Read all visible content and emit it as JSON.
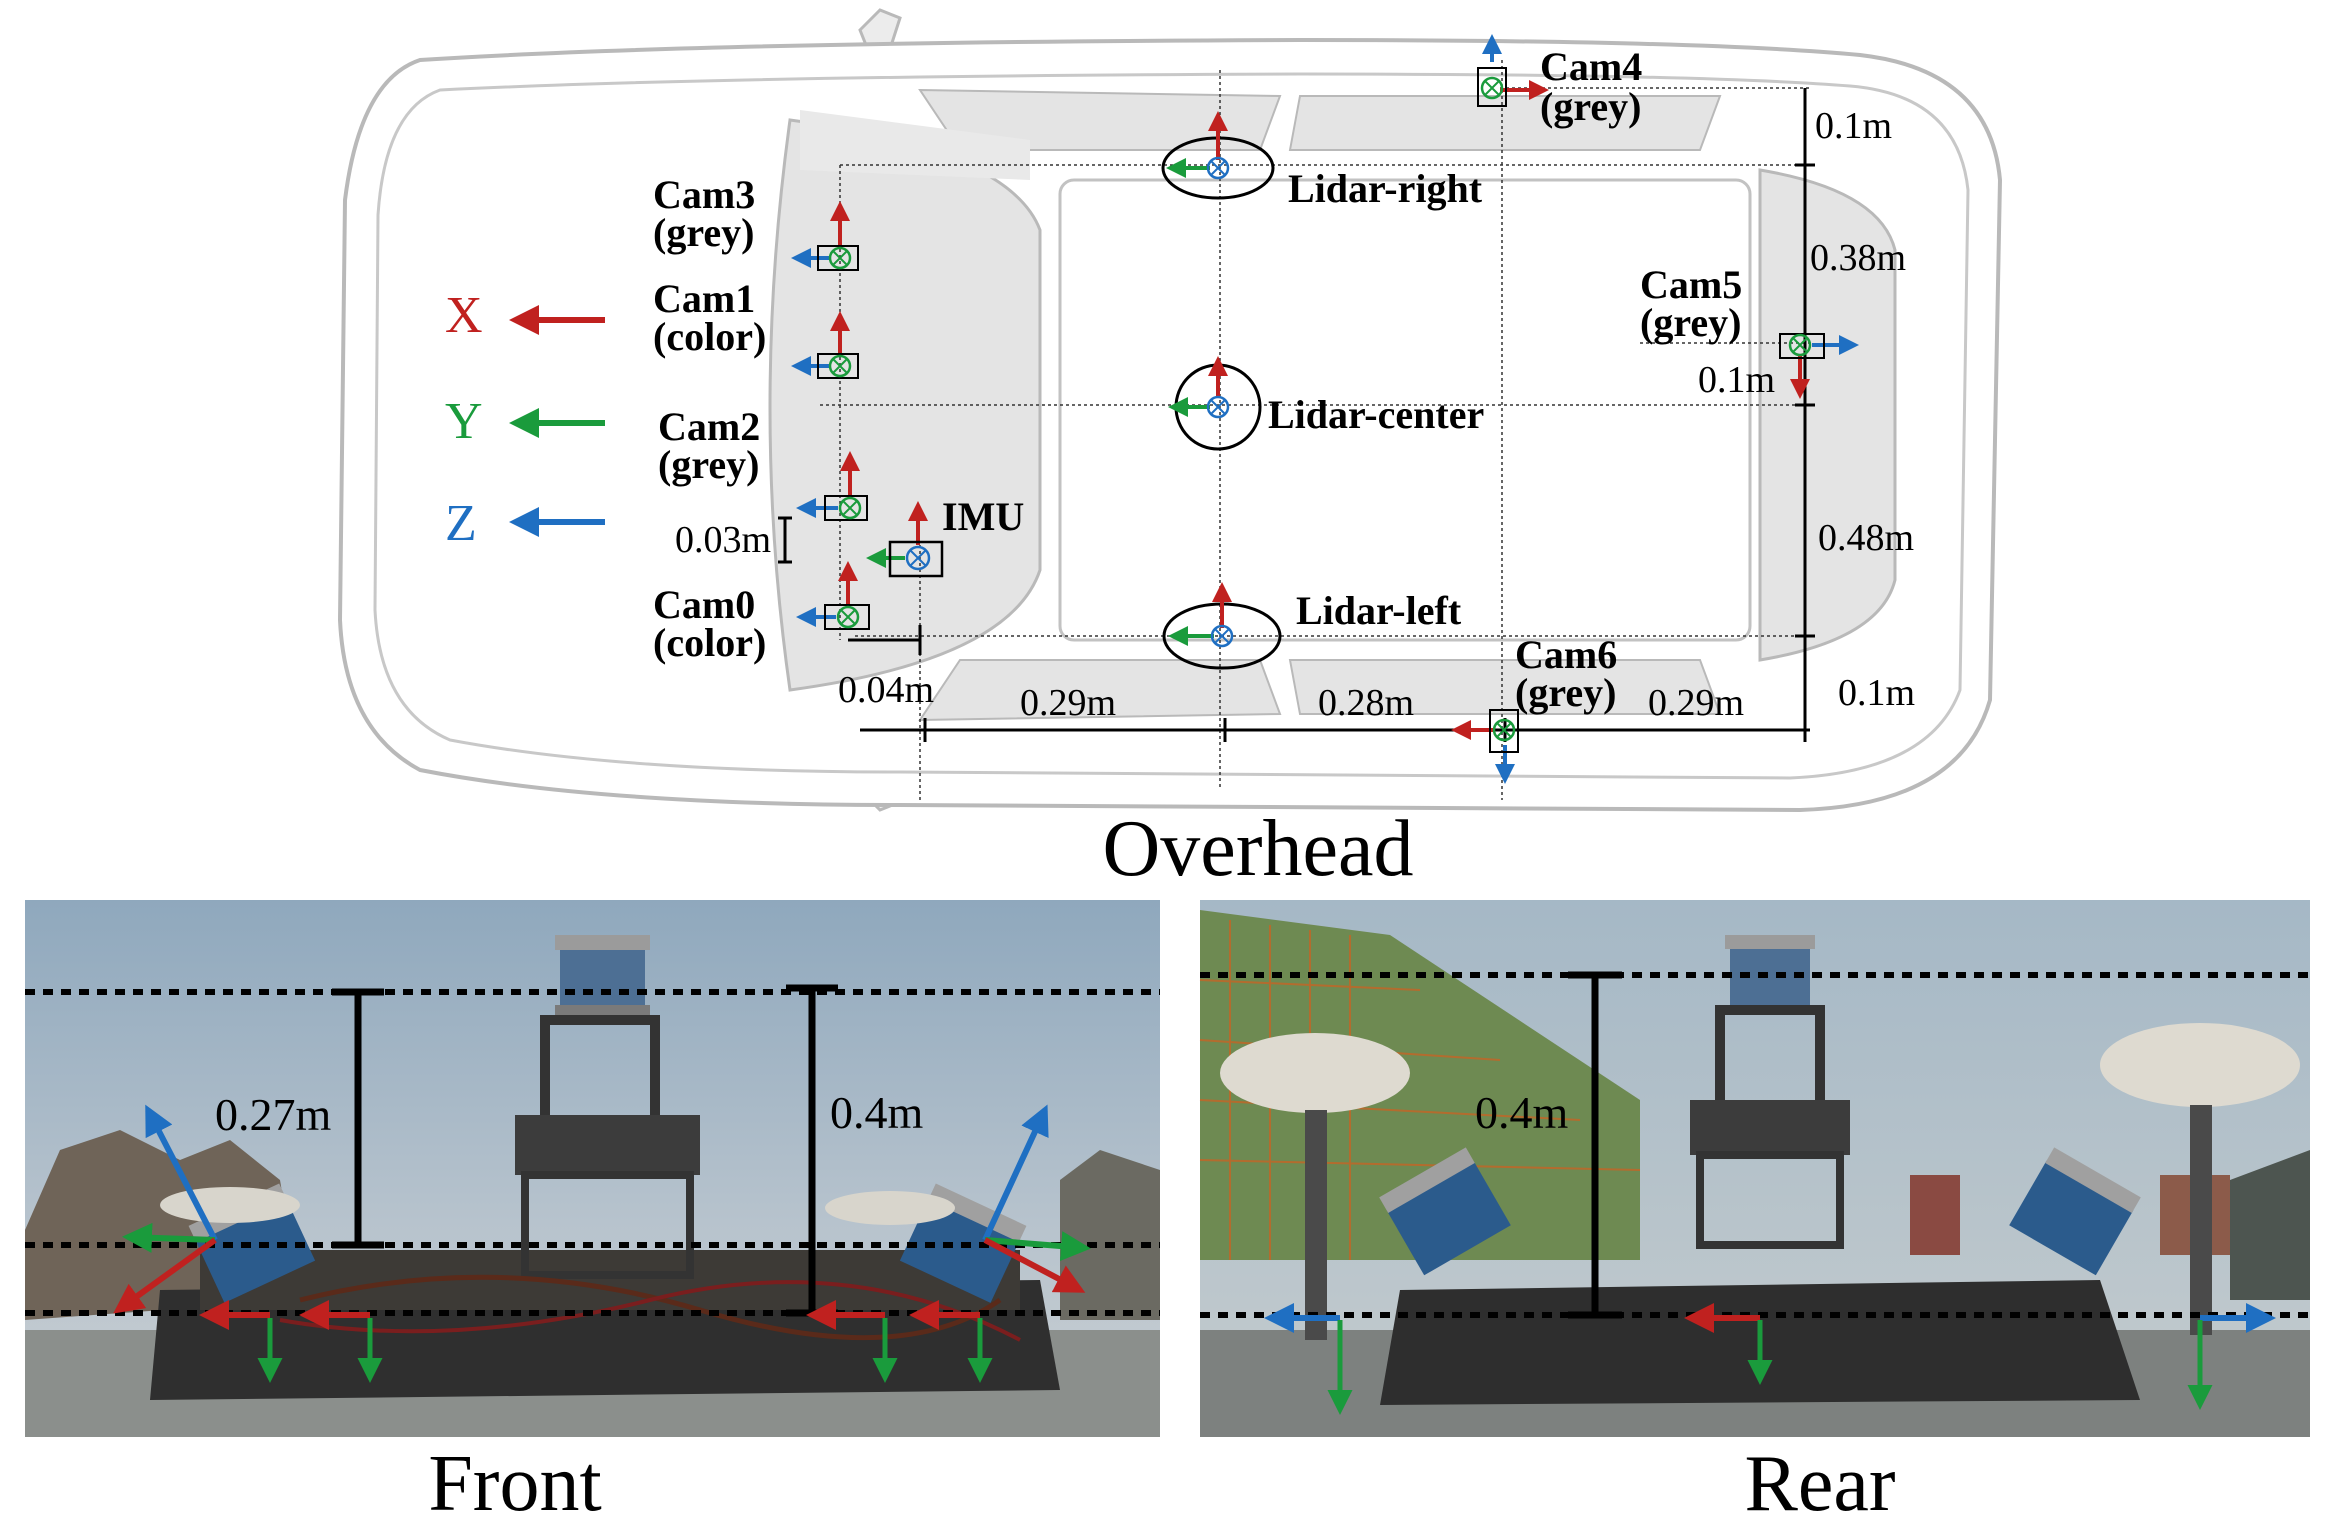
{
  "legend": {
    "x": {
      "label": "X",
      "color": "#c0211f"
    },
    "y": {
      "label": "Y",
      "color": "#1a9b3c"
    },
    "z": {
      "label": "Z",
      "color": "#1f6fc2"
    }
  },
  "sensors": {
    "cam4": {
      "name": "Cam4",
      "type": "(grey)"
    },
    "cam3": {
      "name": "Cam3",
      "type": "(grey)"
    },
    "cam1": {
      "name": "Cam1",
      "type": "(color)"
    },
    "cam2": {
      "name": "Cam2",
      "type": "(grey)"
    },
    "cam0": {
      "name": "Cam0",
      "type": "(color)"
    },
    "cam5": {
      "name": "Cam5",
      "type": "(grey)"
    },
    "cam6": {
      "name": "Cam6",
      "type": "(grey)"
    },
    "imu": {
      "name": "IMU"
    },
    "lidar_right": {
      "name": "Lidar-right"
    },
    "lidar_center": {
      "name": "Lidar-center"
    },
    "lidar_left": {
      "name": "Lidar-left"
    }
  },
  "dimensions": {
    "top_right_01": "0.1m",
    "right_038": "0.38m",
    "cam5_01": "0.1m",
    "right_048": "0.48m",
    "bottom_right_01": "0.1m",
    "cam_003": "0.03m",
    "cam_004": "0.04m",
    "bottom_029_a": "0.29m",
    "bottom_028": "0.28m",
    "bottom_029_b": "0.29m"
  },
  "captions": {
    "overhead": "Overhead",
    "front": "Front",
    "rear": "Rear"
  },
  "photos": {
    "front_h1": "0.27m",
    "front_h2": "0.4m",
    "rear_h": "0.4m"
  },
  "colors": {
    "car_outline": "#b9b9b9",
    "car_fill": "#e6e6e6",
    "sky": "#9fb4c4",
    "equipment": "#3a3a3a"
  }
}
